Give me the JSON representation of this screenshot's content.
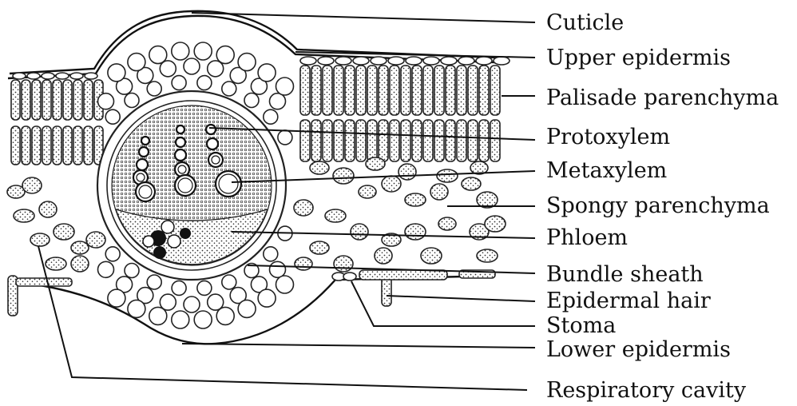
{
  "labels": {
    "cuticle": "Cuticle",
    "upper_epidermis": "Upper epidermis",
    "palisade": "Palisade parenchyma",
    "protoxylem": "Protoxylem",
    "metaxylem": "Metaxylem",
    "spongy": "Spongy parenchyma",
    "phloem": "Phloem",
    "bundle_sheath": "Bundle sheath",
    "epidermal_hair": "Epidermal hair",
    "stoma": "Stoma",
    "lower_epidermis": "Lower epidermis",
    "respiratory_cavity": "Respiratory cavity"
  }
}
